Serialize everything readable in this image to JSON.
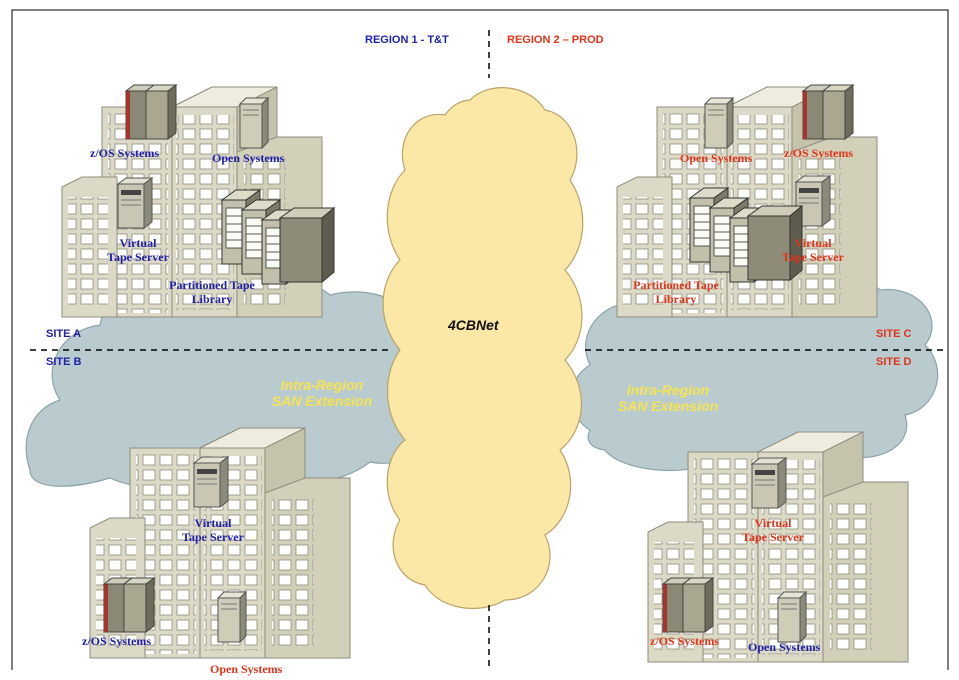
{
  "regions": {
    "region1": "REGION 1 - T&T",
    "region2": "REGION 2 – PROD"
  },
  "sites": {
    "a": "SITE A",
    "b": "SITE B",
    "c": "SITE C",
    "d": "SITE D"
  },
  "network": {
    "name": "4CBNet"
  },
  "san": {
    "left_line1": "Intra-Region",
    "left_line2": "SAN Extension",
    "right_line1": "Intra-Region",
    "right_line2": "SAN Extension"
  },
  "site_a": {
    "zos": "z/OS Systems",
    "open": "Open Systems",
    "vts_line1": "Virtual",
    "vts_line2": "Tape Server",
    "library_line1": "Partitioned Tape",
    "library_line2": "Library"
  },
  "site_b": {
    "vts_line1": "Virtual",
    "vts_line2": "Tape Server",
    "zos": "z/OS Systems",
    "open": "Open Systems"
  },
  "site_c": {
    "open": "Open Systems",
    "zos": "z/OS Systems",
    "vts_line1": "Virtual",
    "vts_line2": "Tape Server",
    "library_line1": "Partitioned Tape",
    "library_line2": "Library"
  },
  "site_d": {
    "vts_line1": "Virtual",
    "vts_line2": "Tape Server",
    "zos": "z/OS Systems",
    "open": "Open Systems"
  },
  "colors": {
    "region1": "#1f1fa8",
    "region2": "#e0341a",
    "san_cloud": "#b9cbcf",
    "net_cloud": "#fbe7a6",
    "building": "#dcd9c6"
  }
}
